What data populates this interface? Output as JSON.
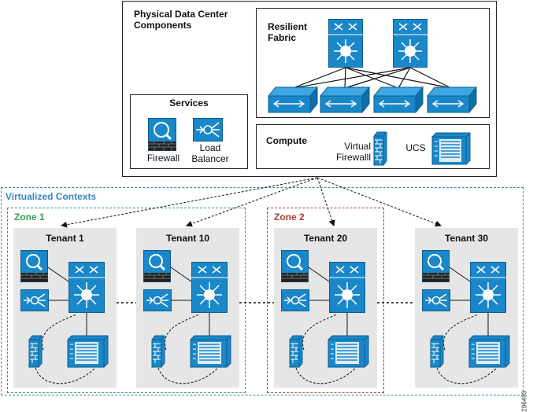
{
  "physical": {
    "title": "Physical Data Center\nComponents",
    "fabric_label": "Resilient\nFabric",
    "services_label": "Services",
    "firewall_label": "Firewall",
    "load_balancer_label": "Load\nBalancer",
    "compute_label": "Compute",
    "virtual_firewall_label": "Virtual\nFirewalll",
    "ucs_label": "UCS"
  },
  "virtual": {
    "title": "Virtualized Contexts",
    "zones": [
      {
        "label": "Zone 1",
        "color": "#2e9e5b"
      },
      {
        "label": "Zone 2",
        "color": "#a8432f"
      }
    ],
    "tenants": [
      "Tenant 1",
      "Tenant 10",
      "Tenant 20",
      "Tenant 30"
    ]
  },
  "colors": {
    "device_blue": "#1a87c9",
    "device_dark": "#0d5f91",
    "context_border": "#3a86c0",
    "tenant_bg": "#e6e6e6"
  },
  "figure_id": "296493"
}
